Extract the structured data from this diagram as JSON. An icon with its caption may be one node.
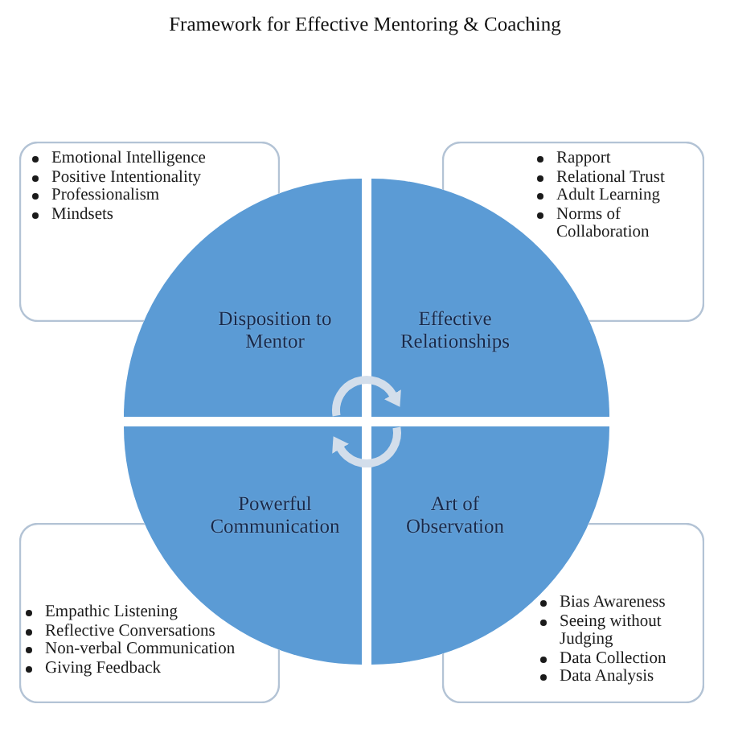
{
  "diagram": {
    "title": "Framework for Effective Mentoring & Coaching",
    "nodes": [
      {
        "text": [
          "Emotional Intelligence",
          "Positive Intentionality",
          "Professionalism",
          "Mindsets"
        ]
      },
      {
        "text": [
          "Rapport",
          "Relational Trust",
          "Adult Learning",
          "Norms of Collaboration"
        ]
      },
      {
        "text": [
          "Disposition to Mentor"
        ]
      },
      {
        "text": [
          "Effective Relationships"
        ]
      },
      {
        "text": [
          "Powerful Communication"
        ]
      },
      {
        "text": [
          "Art of Observation"
        ]
      },
      {
        "text": [
          "Empathic Listening",
          "Reflective Conversations",
          "Non-verbal Communication",
          "Giving Feedback"
        ]
      },
      {
        "text": [
          "Bias Awareness",
          "Seeing without Judging",
          "Data Collection",
          "Data Analysis"
        ]
      }
    ],
    "edges": [
      {
        "from": 2,
        "to": 3,
        "arrow": "to"
      },
      {
        "from": 5,
        "to": 4,
        "arrow": "to"
      }
    ]
  }
}
